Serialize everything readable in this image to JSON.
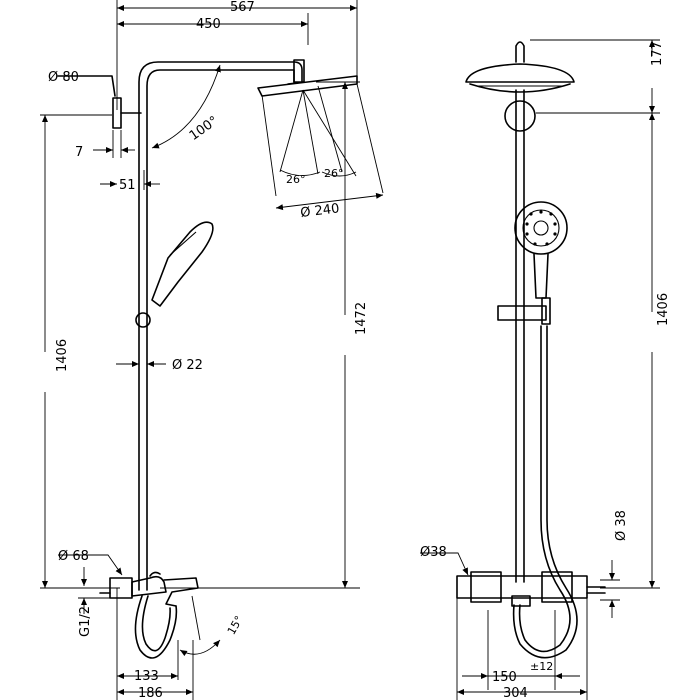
{
  "side_view": {
    "width_overall": "567",
    "width_arm": "450",
    "wall_bracket_dia": "Ø 80",
    "bracket_depth": "7",
    "bracket_offset": "51",
    "arm_angle": "100°",
    "spray_angle_left": "26°",
    "spray_angle_right": "26°",
    "spray_dia": "Ø 240",
    "height_left": "1406",
    "height_right": "1472",
    "pipe_dia": "Ø 22",
    "thermostat_dia": "Ø 68",
    "inlet_thread": "G1/2",
    "spout_angle": "15°",
    "spout_depth": "133",
    "depth_total": "186"
  },
  "front_view": {
    "head_top": "177",
    "height": "1406",
    "left_dia": "Ø38",
    "right_dia": "Ø 38",
    "centers": "150",
    "centers_tol": "±12",
    "width_total": "304"
  }
}
